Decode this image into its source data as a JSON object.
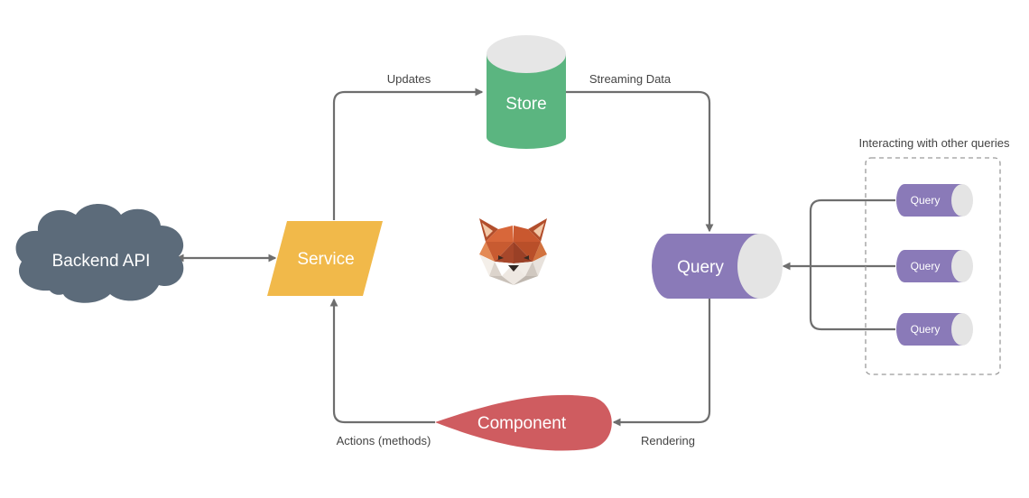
{
  "nodes": {
    "backend_api": "Backend API",
    "service": "Service",
    "store": "Store",
    "query": "Query",
    "component": "Component"
  },
  "edge_labels": {
    "updates": "Updates",
    "streaming_data": "Streaming Data",
    "rendering": "Rendering",
    "actions": "Actions (methods)"
  },
  "group": {
    "title": "Interacting with other queries",
    "queries": [
      "Query",
      "Query",
      "Query"
    ]
  },
  "colors": {
    "cloud": "#5c6b7a",
    "service": "#f1b94a",
    "store": "#5bb580",
    "store_top": "#e6e6e6",
    "query": "#8a7ab8",
    "query_end": "#e4e4e4",
    "component": "#cf5c60",
    "arrow": "#6e6e6e"
  },
  "logo": "shiba-inu-fox-logo"
}
